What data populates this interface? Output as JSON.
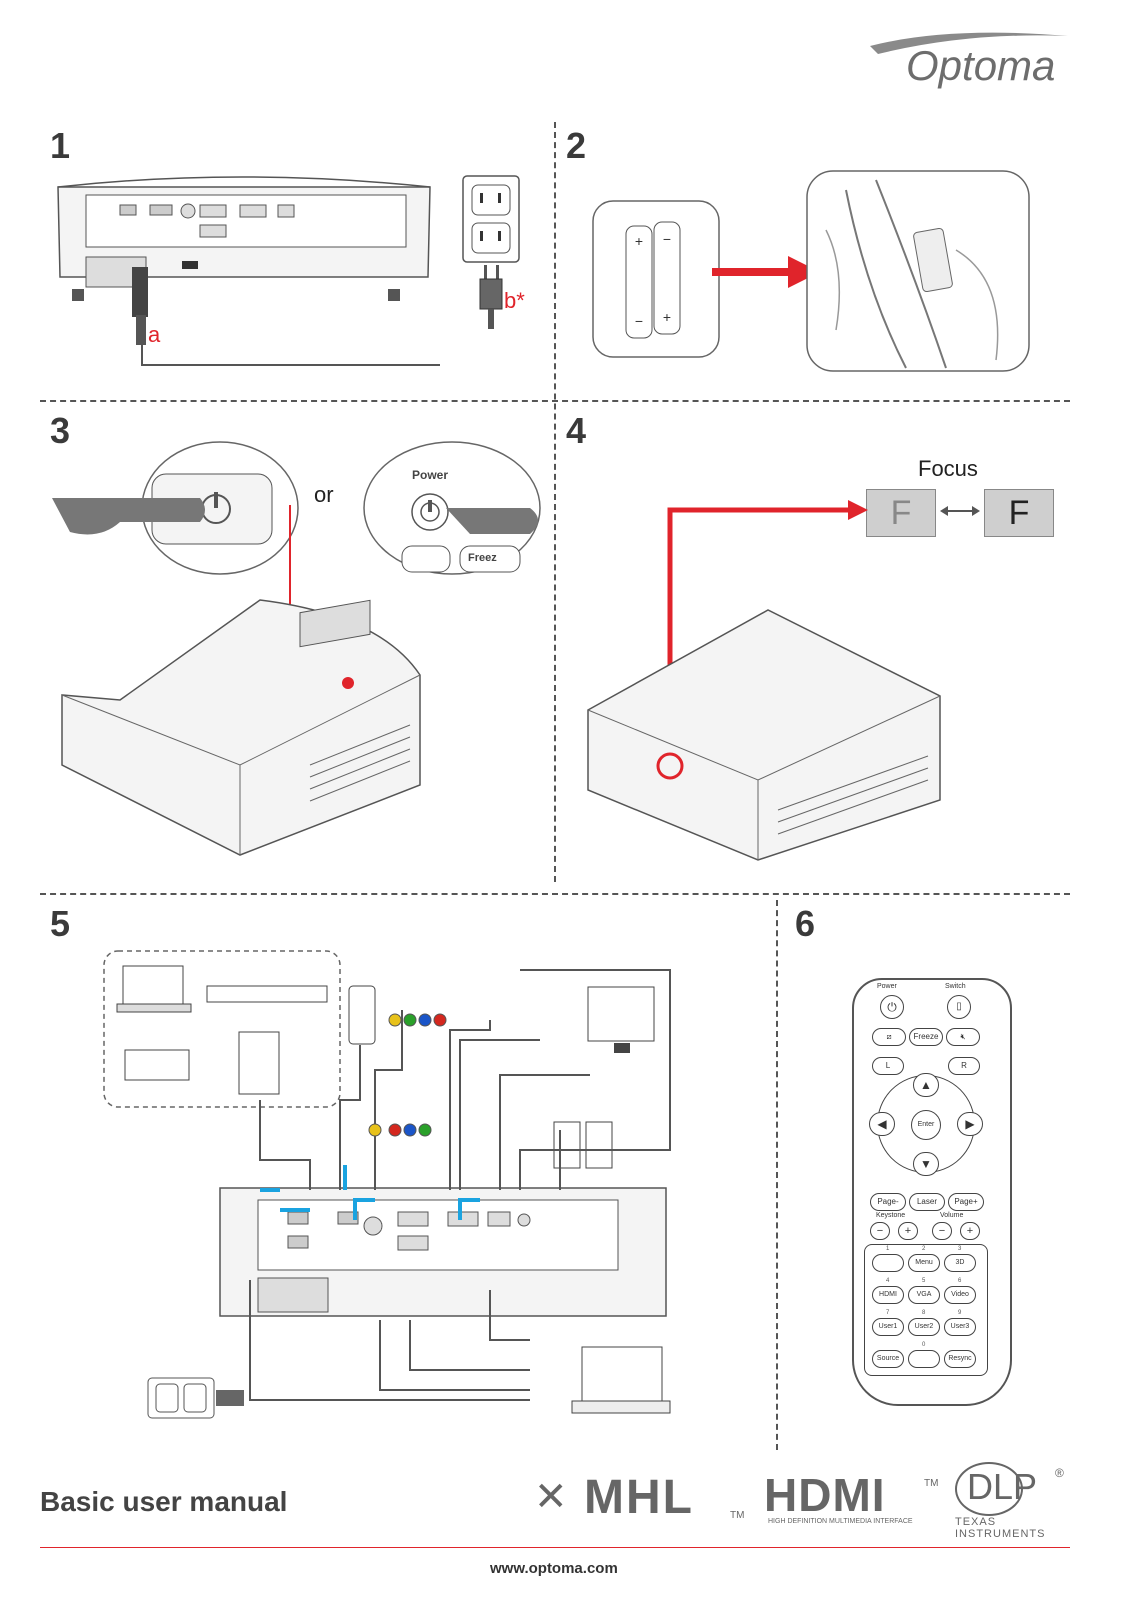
{
  "brand": {
    "name": "Optoma"
  },
  "steps": {
    "s1": {
      "number": "1",
      "label_a": "a",
      "label_b": "b*"
    },
    "s2": {
      "number": "2"
    },
    "s3": {
      "number": "3",
      "or": "or",
      "power_label": "Power",
      "freeze_label": "Freez"
    },
    "s4": {
      "number": "4",
      "focus_label": "Focus",
      "focus_letter": "F"
    },
    "s5": {
      "number": "5"
    },
    "s6": {
      "number": "6"
    }
  },
  "remote": {
    "power": "Power",
    "switch": "Switch",
    "freeze": "Freeze",
    "l": "L",
    "r": "R",
    "enter": "Enter",
    "page_minus": "Page-",
    "laser": "Laser",
    "page_plus": "Page+",
    "keystone": "Keystone",
    "volume": "Volume",
    "minus": "−",
    "plus": "+",
    "keys": [
      {
        "num": "1",
        "label": ""
      },
      {
        "num": "2",
        "label": "Menu"
      },
      {
        "num": "3",
        "label": "3D"
      },
      {
        "num": "4",
        "label": "HDMI"
      },
      {
        "num": "5",
        "label": "VGA"
      },
      {
        "num": "6",
        "label": "Video"
      },
      {
        "num": "7",
        "label": "User1"
      },
      {
        "num": "8",
        "label": "User2"
      },
      {
        "num": "9",
        "label": "User3"
      },
      {
        "num": "",
        "label": "Source"
      },
      {
        "num": "0",
        "label": ""
      },
      {
        "num": "",
        "label": "Resync"
      }
    ]
  },
  "footer": {
    "title": "Basic user manual",
    "url": "www.optoma.com",
    "logos": {
      "mhl": "MHL",
      "tm": "TM",
      "hdmi": "HDMI",
      "hdmi_sub": "HIGH DEFINITION MULTIMEDIA INTERFACE",
      "dlp": "DLP",
      "reg": "®",
      "ti": "TEXAS INSTRUMENTS"
    }
  },
  "colors": {
    "accent_red": "#e0242b",
    "cable_blue": "#1aa3e0",
    "line_gray": "#555555"
  }
}
